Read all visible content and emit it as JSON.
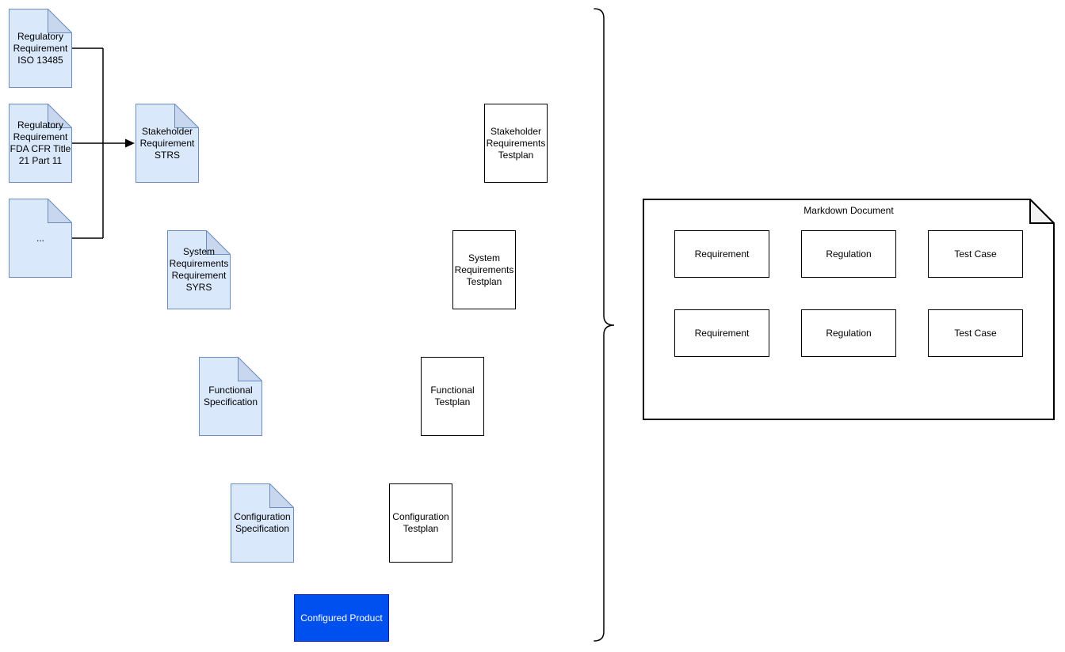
{
  "diagram": {
    "documents": [
      {
        "id": "regulatory-iso",
        "label": "Regulatory\nRequirement\nISO 13485"
      },
      {
        "id": "regulatory-fda",
        "label": "Regulatory\nRequirement\nFDA CFR Title\n21 Part 11"
      },
      {
        "id": "regulatory-more",
        "label": "..."
      },
      {
        "id": "stakeholder-strs",
        "label": "Stakeholder\nRequirement\nSTRS"
      },
      {
        "id": "system-syrs",
        "label": "System\nRequirements\nRequirement\nSYRS"
      },
      {
        "id": "functional-spec",
        "label": "Functional\nSpecification"
      },
      {
        "id": "configuration-spec",
        "label": "Configuration\nSpecification"
      }
    ],
    "testplans": [
      {
        "id": "stakeholder-testplan",
        "label": "Stakeholder\nRequirements\nTestplan"
      },
      {
        "id": "system-testplan",
        "label": "System\nRequirements\nTestplan"
      },
      {
        "id": "functional-testplan",
        "label": "Functional\nTestplan"
      },
      {
        "id": "configuration-testplan",
        "label": "Configuration\nTestplan"
      }
    ],
    "product": {
      "label": "Configured Product"
    },
    "markdown_panel": {
      "title": "Markdown Document",
      "rows": [
        [
          "Requirement",
          "Regulation",
          "Test Case"
        ],
        [
          "Requirement",
          "Regulation",
          "Test Case"
        ]
      ]
    },
    "colors": {
      "doc_fill": "#dae8fc",
      "doc_fold": "#c8d6ee",
      "doc_border": "#6c8ebf",
      "box_fill": "#ffffff",
      "box_border": "#000000",
      "product_fill": "#0050ef",
      "product_border": "#001dbc",
      "product_text": "#ffffff",
      "panel_fold": "#f2f2f2",
      "connector": "#000000"
    }
  }
}
